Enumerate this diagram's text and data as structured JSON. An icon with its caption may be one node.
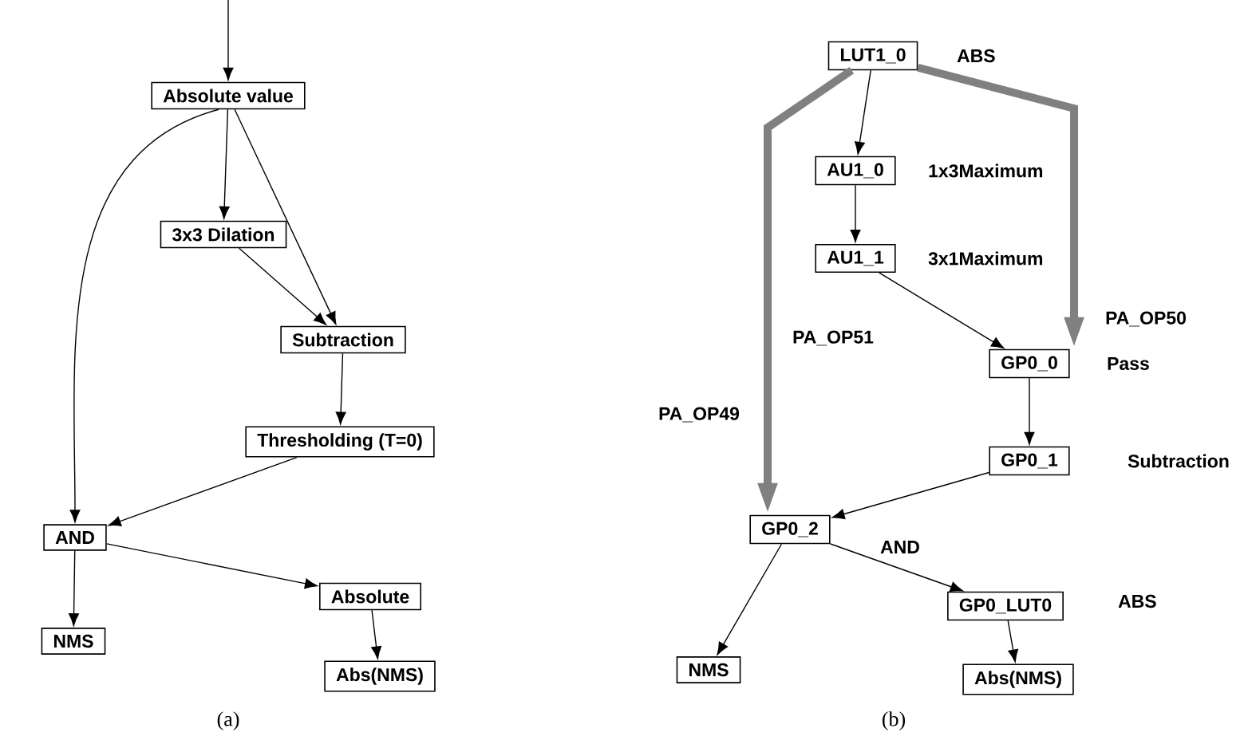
{
  "diagram": {
    "nodes": [
      {
        "text": [
          "Absolute value"
        ]
      },
      {
        "text": [
          "3x3 Dilation"
        ]
      },
      {
        "text": [
          "Subtraction"
        ]
      },
      {
        "text": [
          "Thresholding (T=0)"
        ]
      },
      {
        "text": [
          "AND"
        ]
      },
      {
        "text": [
          "Absolute"
        ]
      },
      {
        "text": [
          "NMS"
        ]
      },
      {
        "text": [
          "Abs(NMS)"
        ]
      },
      {
        "text": [
          "LUT1_0"
        ],
        "beside": [
          "ABS"
        ]
      },
      {
        "text": [
          "AU1_0"
        ],
        "beside": [
          "1x3Maximum"
        ]
      },
      {
        "text": [
          "AU1_1"
        ],
        "beside": [
          "3x1Maximum"
        ]
      },
      {
        "text": [
          "GP0_0"
        ],
        "beside": [
          "Pass"
        ]
      },
      {
        "text": [
          "GP0_1"
        ],
        "beside": [
          "Subtraction"
        ]
      },
      {
        "text": [
          "GP0_2"
        ],
        "beside": [
          "AND"
        ]
      },
      {
        "text": [
          "NMS"
        ]
      },
      {
        "text": [
          "GP0_LUT0"
        ],
        "beside": [
          "ABS"
        ]
      },
      {
        "text": [
          "Abs(NMS)"
        ]
      }
    ],
    "edges": [
      {
        "from": null,
        "to": 0,
        "arrow": "to"
      },
      {
        "from": 0,
        "to": 1,
        "arrow": "to"
      },
      {
        "from": 0,
        "to": 2,
        "arrow": "to"
      },
      {
        "from": 0,
        "to": 4,
        "arrow": "to"
      },
      {
        "from": 1,
        "to": 2,
        "arrow": "to"
      },
      {
        "from": 2,
        "to": 3,
        "arrow": "to"
      },
      {
        "from": 3,
        "to": 4,
        "arrow": "to"
      },
      {
        "from": 4,
        "to": 6,
        "arrow": "to"
      },
      {
        "from": 4,
        "to": 5,
        "arrow": "to"
      },
      {
        "from": 5,
        "to": 7,
        "arrow": "to"
      },
      {
        "from": 8,
        "to": 9,
        "arrow": "to"
      },
      {
        "from": 8,
        "to": 13,
        "arrow": "to",
        "style": "thick",
        "color": "#808080",
        "label": "PA_OP49"
      },
      {
        "from": 8,
        "to": 11,
        "arrow": "to",
        "style": "thick",
        "color": "#808080",
        "label": "PA_OP50"
      },
      {
        "from": 9,
        "to": 10,
        "arrow": "to"
      },
      {
        "from": 10,
        "to": 11,
        "arrow": "to",
        "label": "PA_OP51"
      },
      {
        "from": 11,
        "to": 12,
        "arrow": "to"
      },
      {
        "from": 12,
        "to": 13,
        "arrow": "to"
      },
      {
        "from": 13,
        "to": 14,
        "arrow": "to"
      },
      {
        "from": 13,
        "to": 15,
        "arrow": "to"
      },
      {
        "from": 15,
        "to": 16,
        "arrow": "to"
      }
    ],
    "labels": [
      "(a)",
      "(b)"
    ]
  }
}
